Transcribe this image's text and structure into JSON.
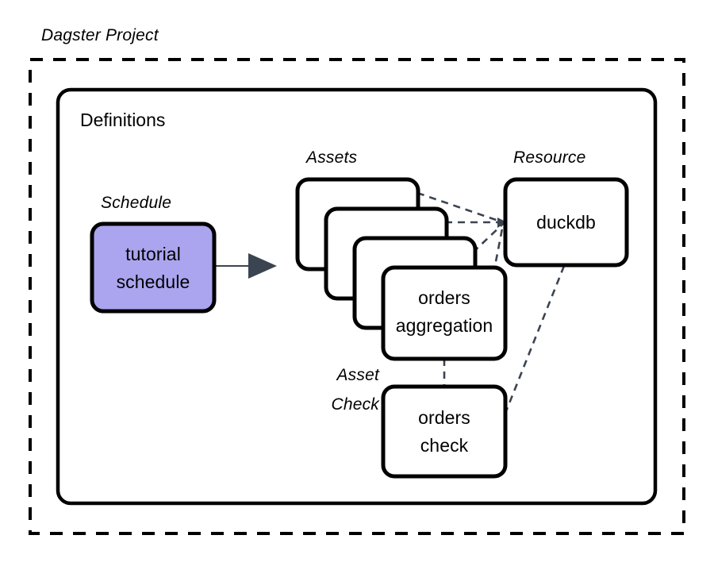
{
  "diagram": {
    "outer_group_label": "Dagster Project",
    "inner_group_label": "Definitions",
    "captions": {
      "schedule": "Schedule",
      "assets": "Assets",
      "resource": "Resource",
      "asset_check_line1": "Asset",
      "asset_check_line2": "Check"
    },
    "nodes": {
      "schedule": {
        "line1": "tutorial",
        "line2": "schedule",
        "fill": "#ABA5F0",
        "stroke": "#000000"
      },
      "asset_front": {
        "line1": "orders",
        "line2": "aggregation",
        "fill": "#FFFFFF",
        "stroke": "#000000"
      },
      "resource": {
        "line1": "duckdb",
        "fill": "#FFFFFF",
        "stroke": "#000000"
      },
      "asset_check": {
        "line1": "orders",
        "line2": "check",
        "fill": "#FFFFFF",
        "stroke": "#000000"
      }
    },
    "colors": {
      "background": "#FFFFFF",
      "border": "#000000",
      "arrow": "#3B4451",
      "dashed_edge": "#3B4451",
      "schedule_fill": "#ABA5F0"
    }
  }
}
